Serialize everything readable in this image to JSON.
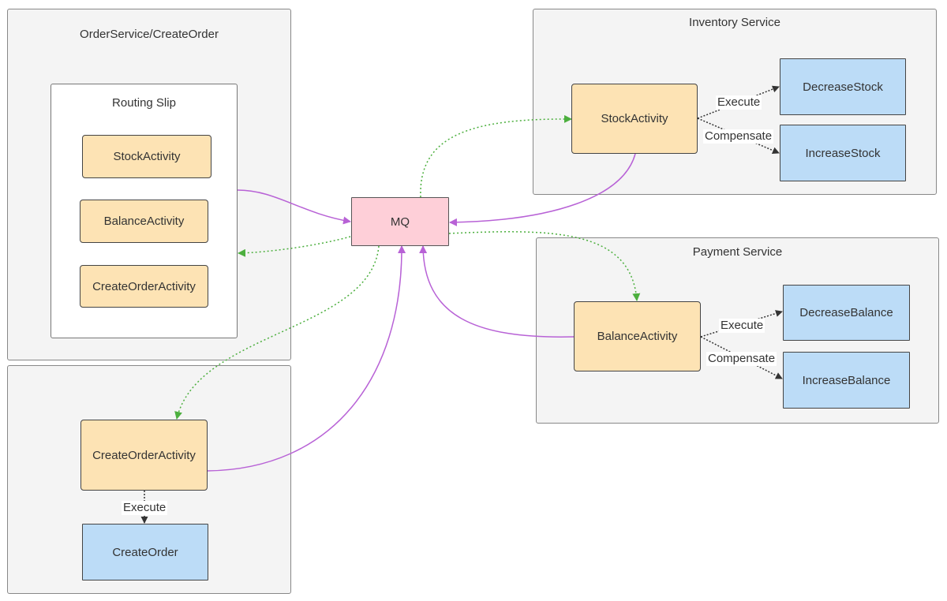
{
  "groups": {
    "order_service": "OrderService/CreateOrder",
    "routing_slip": "Routing Slip",
    "inventory": "Inventory Service",
    "payment": "Payment Service"
  },
  "nodes": {
    "slip_stock": "StockActivity",
    "slip_balance": "BalanceActivity",
    "slip_create": "CreateOrderActivity",
    "mq": "MQ",
    "stock_activity": "StockActivity",
    "decrease_stock": "DecreaseStock",
    "increase_stock": "IncreaseStock",
    "balance_activity": "BalanceActivity",
    "decrease_balance": "DecreaseBalance",
    "increase_balance": "IncreaseBalance",
    "create_order_activity": "CreateOrderActivity",
    "create_order": "CreateOrder"
  },
  "edge_labels": {
    "stock_execute": "Execute",
    "stock_compensate": "Compensate",
    "balance_execute": "Execute",
    "balance_compensate": "Compensate",
    "create_execute": "Execute"
  },
  "colors": {
    "send_edge": "#b862d6",
    "receive_edge": "#4caf3e",
    "activity_fill": "#fde3b4",
    "action_fill": "#bcdcf7",
    "mq_fill": "#fecfd8"
  }
}
